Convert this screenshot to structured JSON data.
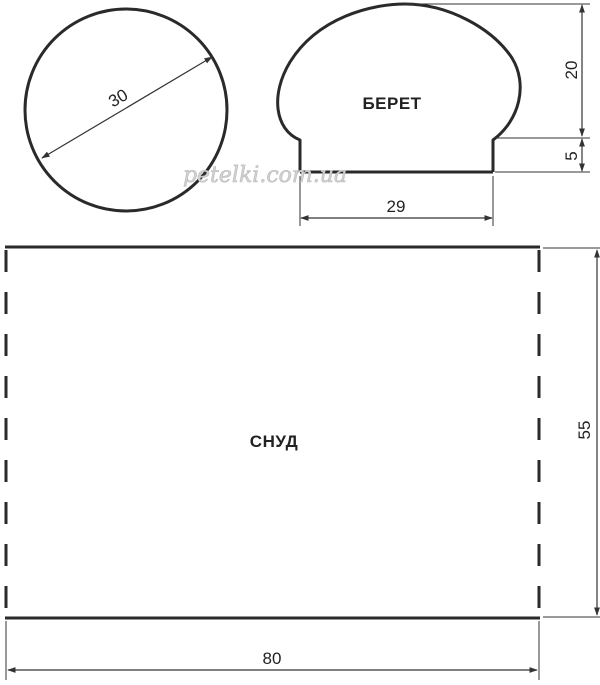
{
  "circle": {
    "diameter_label": "30"
  },
  "beret": {
    "title": "БЕРЕТ",
    "height_label": "20",
    "band_label": "5",
    "width_label": "29"
  },
  "snood": {
    "title": "СНУД",
    "width_label": "80",
    "height_label": "55"
  },
  "watermark": {
    "text": "petelki.com.ua"
  },
  "colors": {
    "line": "#2a2a2a",
    "dim": "#333333",
    "watermark": "#d2d2d2"
  }
}
